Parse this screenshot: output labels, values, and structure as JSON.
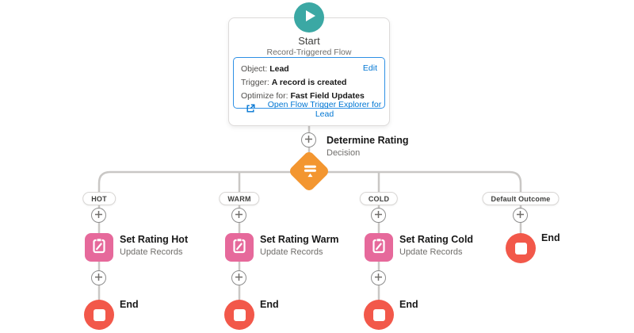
{
  "flow": {
    "start": {
      "title": "Start",
      "type": "Record-Triggered Flow",
      "object_label": "Object:",
      "object_value": "Lead",
      "trigger_label": "Trigger:",
      "trigger_value": "A record is created",
      "optimize_label": "Optimize for:",
      "optimize_value": "Fast Field Updates",
      "edit_label": "Edit",
      "explorer_link": "Open Flow Trigger Explorer for Lead"
    },
    "decision": {
      "title": "Determine Rating",
      "type": "Decision"
    },
    "branches": [
      {
        "outcome": "HOT",
        "title": "Set Rating Hot",
        "type": "Update Records",
        "end": "End"
      },
      {
        "outcome": "WARM",
        "title": "Set Rating Warm",
        "type": "Update Records",
        "end": "End"
      },
      {
        "outcome": "COLD",
        "title": "Set Rating Cold",
        "type": "Update Records",
        "end": "End"
      },
      {
        "outcome": "Default Outcome",
        "end": "End"
      }
    ],
    "icons": {
      "start": "play-icon",
      "decision": "signpost-icon",
      "update_records": "clipboard-pencil-icon",
      "end": "stop-icon",
      "add": "plus-icon",
      "explorer": "launch-icon"
    },
    "colors": {
      "start_accent": "#3BA8A4",
      "decision": "#F39630",
      "update_records": "#E6699B",
      "end": "#F2584A",
      "link": "#0176D3",
      "config_border": "#2E90E5",
      "connector": "#C9C7C5"
    }
  }
}
